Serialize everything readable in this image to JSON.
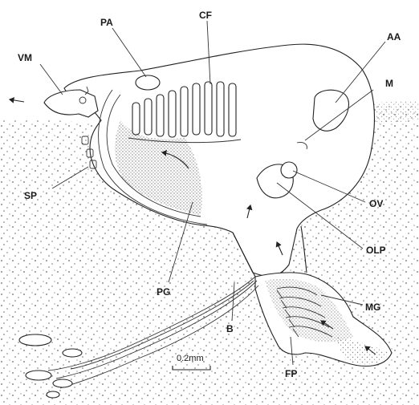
{
  "labels": {
    "vm": "VM",
    "pa": "PA",
    "cf": "CF",
    "aa": "AA",
    "m": "M",
    "ov": "OV",
    "olp": "OLP",
    "mg": "MG",
    "fp": "FP",
    "b": "B",
    "pg": "PG",
    "sp": "SP"
  },
  "scale_bar": {
    "text": "0.2mm"
  },
  "colors": {
    "ink": "#222222",
    "stipple": "#555555",
    "background": "#ffffff"
  }
}
